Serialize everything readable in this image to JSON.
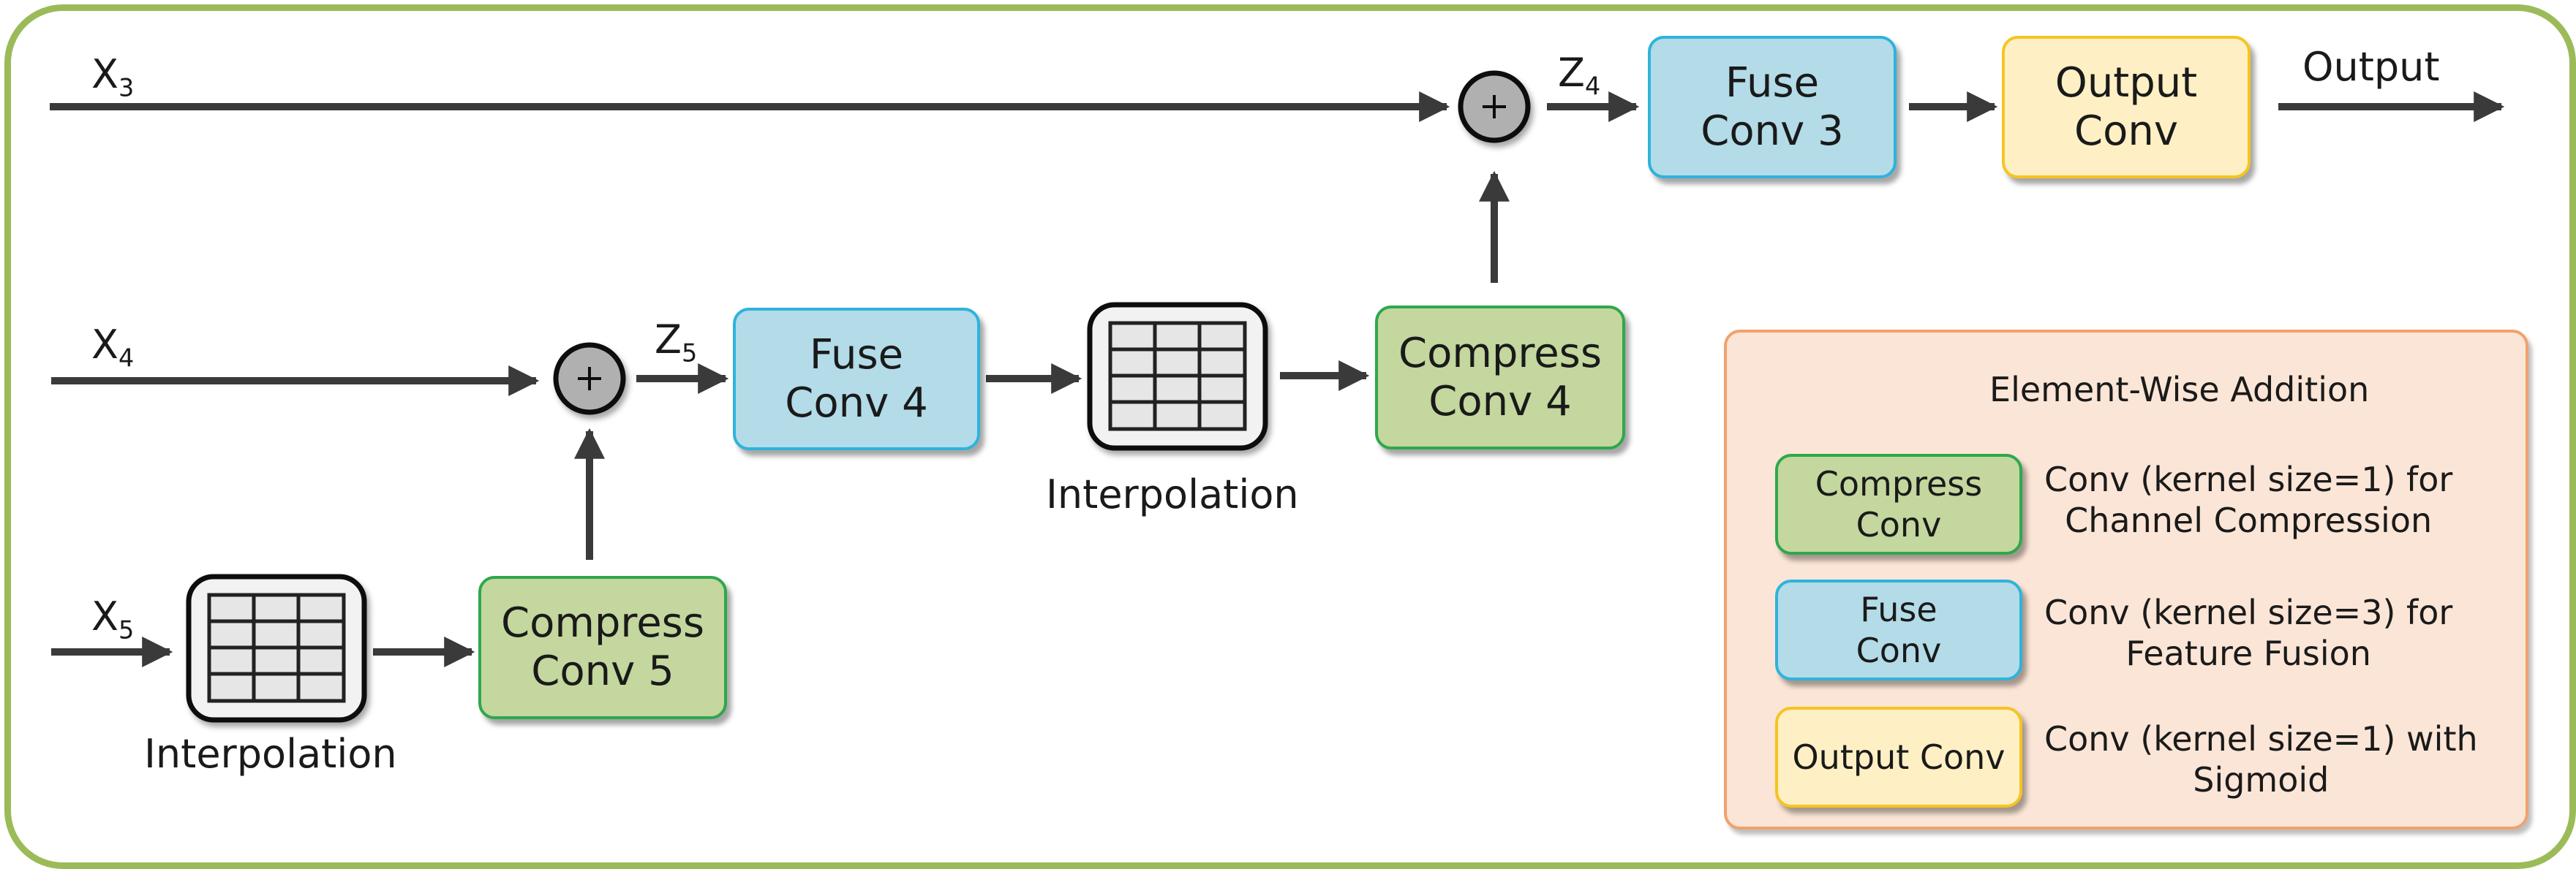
{
  "inputs": {
    "x3": "X",
    "x3_sub": "3",
    "x4": "X",
    "x4_sub": "4",
    "x5": "X",
    "x5_sub": "5"
  },
  "signals": {
    "z4": "Z",
    "z4_sub": "4",
    "z5": "Z",
    "z5_sub": "5",
    "output": "Output"
  },
  "blocks": {
    "fuse_conv_3": [
      "Fuse",
      "Conv 3"
    ],
    "output_conv": [
      "Output",
      "Conv"
    ],
    "fuse_conv_4": [
      "Fuse",
      "Conv 4"
    ],
    "compress_conv_4": [
      "Compress",
      "Conv 4"
    ],
    "compress_conv_5": [
      "Compress",
      "Conv 5"
    ],
    "interpolation_label": "Interpolation"
  },
  "legend": {
    "addition_label": "Element-Wise Addition",
    "compress_box": [
      "Compress",
      "Conv"
    ],
    "compress_desc": [
      "Conv (kernel size=1) for",
      "Channel Compression"
    ],
    "fuse_box": [
      "Fuse",
      "Conv"
    ],
    "fuse_desc": [
      "Conv (kernel size=3) for",
      "Feature Fusion"
    ],
    "output_box": "Output Conv",
    "output_desc": [
      "Conv (kernel size=1) with",
      "Sigmoid"
    ]
  },
  "colors": {
    "frame": "#9bbb59",
    "fuse_fill": "#b3dbe8",
    "fuse_border": "#2fb3dc",
    "compress_fill": "#c3d79e",
    "compress_border": "#2ea84c",
    "output_fill": "#fef0c4",
    "output_border": "#f6c421",
    "legend_fill": "#fbe5d6",
    "legend_border": "#f0a26c",
    "arrow": "#3a3a3a",
    "adder_fill": "#b0b0b0"
  }
}
